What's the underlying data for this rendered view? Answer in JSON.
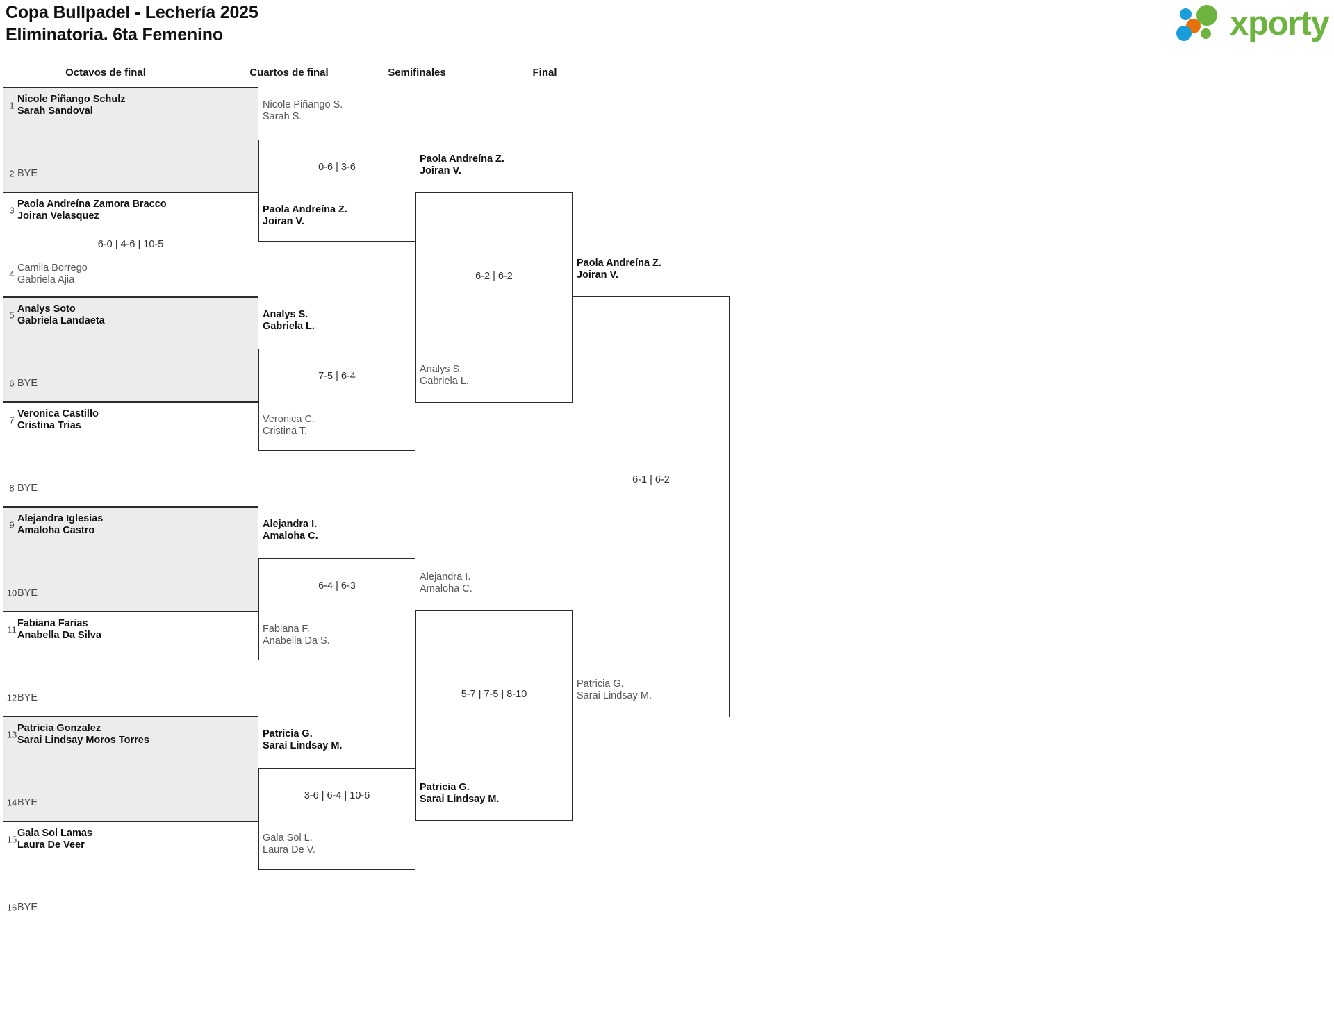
{
  "header": {
    "title_line1": "Copa Bullpadel - Lechería 2025",
    "title_line2": "Eliminatoria. 6ta Femenino",
    "logo_text": "xporty",
    "logo_colors": {
      "green": "#6cb33f",
      "blue": "#1b9dd9",
      "orange": "#e8700a"
    }
  },
  "rounds": [
    {
      "label": "Octavos de final"
    },
    {
      "label": "Cuartos de final"
    },
    {
      "label": "Semifinales"
    },
    {
      "label": "Final"
    }
  ],
  "round1": {
    "matches": [
      {
        "shaded": true,
        "score": "",
        "top": {
          "seed": "1",
          "names": [
            "Nicole Piñango Schulz",
            "Sarah Sandoval"
          ],
          "result": "winner",
          "bye": false
        },
        "bottom": {
          "seed": "2",
          "names": [
            "BYE"
          ],
          "result": "bye",
          "bye": true
        }
      },
      {
        "shaded": false,
        "score": "6-0 | 4-6 | 10-5",
        "top": {
          "seed": "3",
          "names": [
            "Paola Andreína Zamora Bracco",
            "Joiran Velasquez"
          ],
          "result": "winner",
          "bye": false
        },
        "bottom": {
          "seed": "4",
          "names": [
            "Camila Borrego",
            "Gabriela Ajia"
          ],
          "result": "loser",
          "bye": false
        }
      },
      {
        "shaded": true,
        "score": "",
        "top": {
          "seed": "5",
          "names": [
            "Analys Soto",
            "Gabriela Landaeta"
          ],
          "result": "winner",
          "bye": false
        },
        "bottom": {
          "seed": "6",
          "names": [
            "BYE"
          ],
          "result": "bye",
          "bye": true
        }
      },
      {
        "shaded": false,
        "score": "",
        "top": {
          "seed": "7",
          "names": [
            "Veronica Castillo",
            "Cristina Trias"
          ],
          "result": "winner",
          "bye": false
        },
        "bottom": {
          "seed": "8",
          "names": [
            "BYE"
          ],
          "result": "bye",
          "bye": true
        }
      },
      {
        "shaded": true,
        "score": "",
        "top": {
          "seed": "9",
          "names": [
            "Alejandra Iglesias",
            "Amaloha Castro"
          ],
          "result": "winner",
          "bye": false
        },
        "bottom": {
          "seed": "10",
          "names": [
            "BYE"
          ],
          "result": "bye",
          "bye": true
        }
      },
      {
        "shaded": false,
        "score": "",
        "top": {
          "seed": "11",
          "names": [
            "Fabiana Farias",
            "Anabella Da Silva"
          ],
          "result": "winner",
          "bye": false
        },
        "bottom": {
          "seed": "12",
          "names": [
            "BYE"
          ],
          "result": "bye",
          "bye": true
        }
      },
      {
        "shaded": true,
        "score": "",
        "top": {
          "seed": "13",
          "names": [
            "Patricia Gonzalez",
            "Sarai Lindsay Moros Torres"
          ],
          "result": "winner",
          "bye": false
        },
        "bottom": {
          "seed": "14",
          "names": [
            "BYE"
          ],
          "result": "bye",
          "bye": true
        }
      },
      {
        "shaded": false,
        "score": "",
        "top": {
          "seed": "15",
          "names": [
            "Gala Sol Lamas",
            "Laura De Veer"
          ],
          "result": "winner",
          "bye": false
        },
        "bottom": {
          "seed": "16",
          "names": [
            "BYE"
          ],
          "result": "bye",
          "bye": true
        }
      }
    ]
  },
  "round2": {
    "matches": [
      {
        "score": "0-6 | 3-6",
        "top": {
          "names": [
            "Nicole Piñango S.",
            "Sarah S."
          ],
          "result": "loser"
        },
        "bottom": {
          "names": [
            "Paola Andreína Z.",
            "Joiran V."
          ],
          "result": "winner"
        }
      },
      {
        "score": "7-5 | 6-4",
        "top": {
          "names": [
            "Analys S.",
            "Gabriela L."
          ],
          "result": "winner"
        },
        "bottom": {
          "names": [
            "Veronica C.",
            "Cristina T."
          ],
          "result": "loser"
        }
      },
      {
        "score": "6-4 | 6-3",
        "top": {
          "names": [
            "Alejandra I.",
            "Amaloha C."
          ],
          "result": "winner"
        },
        "bottom": {
          "names": [
            "Fabiana F.",
            "Anabella Da S."
          ],
          "result": "loser"
        }
      },
      {
        "score": "3-6 | 6-4 | 10-6",
        "top": {
          "names": [
            "Patricia G.",
            "Sarai Lindsay M."
          ],
          "result": "winner"
        },
        "bottom": {
          "names": [
            "Gala Sol L.",
            "Laura De V."
          ],
          "result": "loser"
        }
      }
    ]
  },
  "round3": {
    "matches": [
      {
        "score": "6-2 | 6-2",
        "top": {
          "names": [
            "Paola Andreína Z.",
            "Joiran V."
          ],
          "result": "winner"
        },
        "bottom": {
          "names": [
            "Analys S.",
            "Gabriela L."
          ],
          "result": "loser"
        }
      },
      {
        "score": "5-7 | 7-5 | 8-10",
        "top": {
          "names": [
            "Alejandra I.",
            "Amaloha C."
          ],
          "result": "loser"
        },
        "bottom": {
          "names": [
            "Patricia G.",
            "Sarai Lindsay M."
          ],
          "result": "winner"
        }
      }
    ]
  },
  "round4": {
    "matches": [
      {
        "score": "6-1 | 6-2",
        "top": {
          "names": [
            "Paola Andreína Z.",
            "Joiran V."
          ],
          "result": "winner"
        },
        "bottom": {
          "names": [
            "Patricia G.",
            "Sarai Lindsay M."
          ],
          "result": "loser"
        }
      }
    ]
  }
}
